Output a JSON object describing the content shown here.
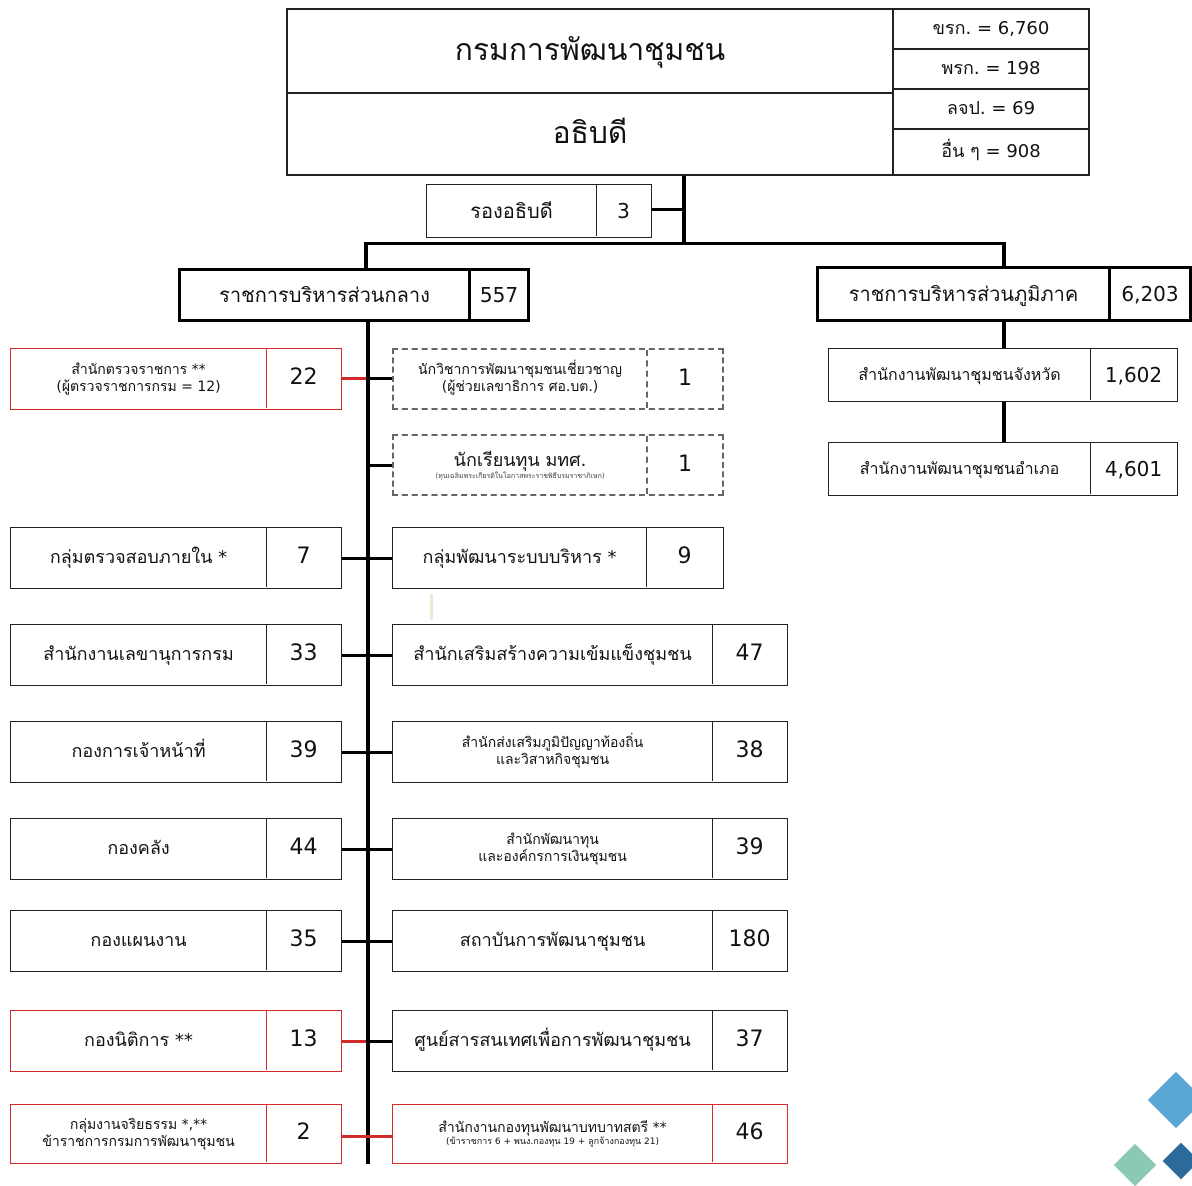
{
  "header": {
    "department": "กรมการพัฒนาชุมชน",
    "director": "อธิบดี",
    "stats": [
      "ขรก. = 6,760",
      "พรก. = 198",
      "ลจป. = 69",
      "อื่น ๆ = 908"
    ]
  },
  "deputy": {
    "label": "รองอธิบดี",
    "count": "3"
  },
  "central": {
    "label": "ราชการบริหารส่วนกลาง",
    "count": "557"
  },
  "regional": {
    "label": "ราชการบริหารส่วนภูมิภาค",
    "count": "6,203"
  },
  "provincial": {
    "label": "สำนักงานพัฒนาชุมชนจังหวัด",
    "count": "1,602"
  },
  "district": {
    "label": "สำนักงานพัฒนาชุมชนอำเภอ",
    "count": "4,601"
  },
  "left_units": [
    {
      "label": "สำนักตรวจราชการ **",
      "sub": "(ผู้ตรวจราชการกรม = 12)",
      "count": "22"
    },
    {
      "label": "กลุ่มตรวจสอบภายใน *",
      "count": "7"
    },
    {
      "label": "สำนักงานเลขานุการกรม",
      "count": "33"
    },
    {
      "label": "กองการเจ้าหน้าที่",
      "count": "39"
    },
    {
      "label": "กองคลัง",
      "count": "44"
    },
    {
      "label": "กองแผนงาน",
      "count": "35"
    },
    {
      "label": "กองนิติการ **",
      "count": "13"
    },
    {
      "label": "กลุ่มงานจริยธรรม *,**",
      "sub": "ข้าราชการกรมการพัฒนาชุมชน",
      "count": "2"
    }
  ],
  "right_units": [
    {
      "label": "นักวิชาการพัฒนาชุมชนเชี่ยวชาญ",
      "sub": "(ผู้ช่วยเลขาธิการ ศอ.บต.)",
      "count": "1"
    },
    {
      "label": "นักเรียนทุน มทศ.",
      "sub": "(ทุนเฉลิมพระเกียรติในโอกาสพระราชพิธีบรมราชาภิเษก)",
      "count": "1"
    },
    {
      "label": "กลุ่มพัฒนาระบบบริหาร *",
      "count": "9"
    },
    {
      "label": "สำนักเสริมสร้างความเข้มแข็งชุมชน",
      "count": "47"
    },
    {
      "label": "สำนักส่งเสริมภูมิปัญญาท้องถิ่น",
      "sub": "และวิสาหกิจชุมชน",
      "count": "38"
    },
    {
      "label": "สำนักพัฒนาทุน",
      "sub": "และองค์กรการเงินชุมชน",
      "count": "39"
    },
    {
      "label": "สถาบันการพัฒนาชุมชน",
      "count": "180"
    },
    {
      "label": "ศูนย์สารสนเทศเพื่อการพัฒนาชุมชน",
      "count": "37"
    },
    {
      "label": "สำนักงานกองทุนพัฒนาบทบาทสตรี **",
      "sub": "(ข้าราชการ 6 + พนง.กองทุน 19 + ลูกจ้างกองทุน 21)",
      "count": "46"
    }
  ]
}
